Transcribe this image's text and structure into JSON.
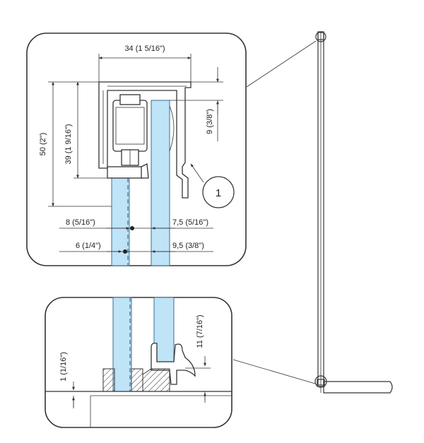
{
  "callout": {
    "number": "1"
  },
  "top_detail": {
    "dim_width": "34 (1  5/16\")",
    "dim_height_total": "50 (2\")",
    "dim_height_inner": "39 (1  9/16\")",
    "dim_gap_top": "9 (3/8\")",
    "dim_left_1": "8 (5/16\")",
    "dim_left_2": "6 (1/4\")",
    "dim_right_1": "7,5 (5/16\")",
    "dim_right_2": "9,5 (3/8\")"
  },
  "bottom_detail": {
    "dim_bottom_gap": "1 (1/16\")",
    "dim_seal_height": "11 (7/16\")"
  },
  "colors": {
    "glass": "#bfe3f7",
    "line": "#333333"
  }
}
